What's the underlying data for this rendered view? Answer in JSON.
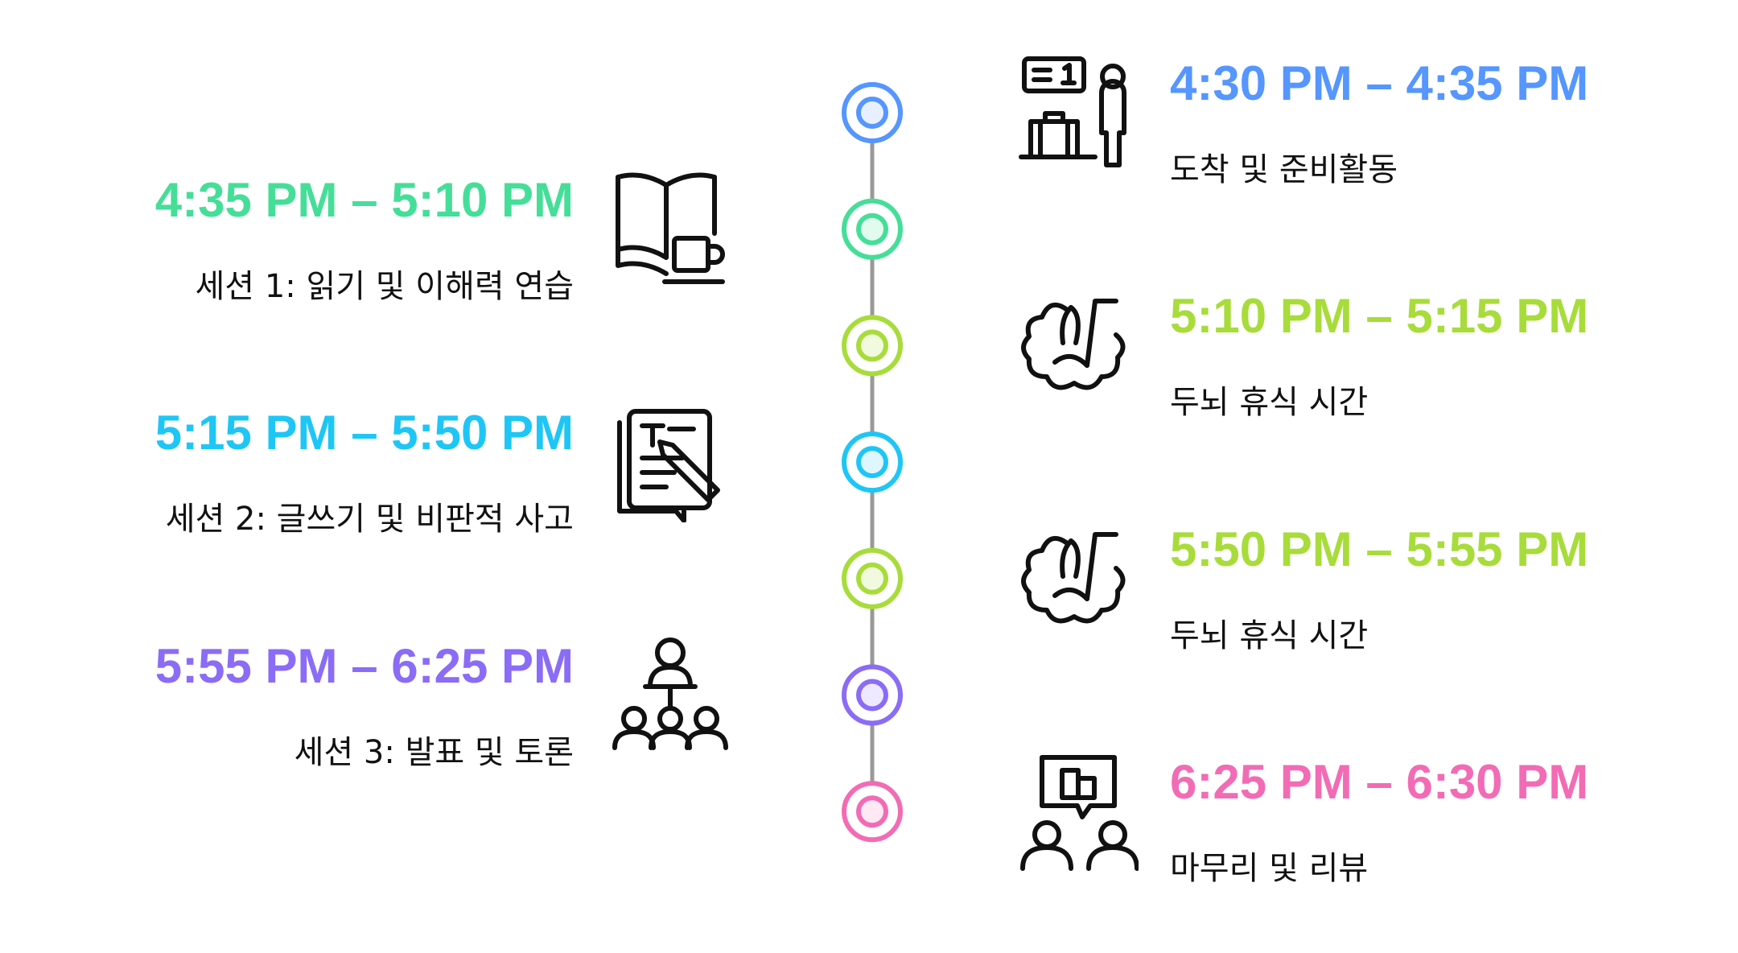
{
  "timeline": [
    {
      "side": "right",
      "time": "4:30 PM – 4:35 PM",
      "label": "도착 및 준비활동",
      "color": "#5596FF",
      "fill": "#E8F0FF",
      "icon": "arrival-luggage-icon"
    },
    {
      "side": "left",
      "time": "4:35 PM – 5:10 PM",
      "label": "세션 1: 읽기 및 이해력 연습",
      "color": "#45DE98",
      "fill": "#E2FBEF",
      "icon": "book-coffee-icon"
    },
    {
      "side": "right",
      "time": "5:10 PM – 5:15 PM",
      "label": "두뇌 휴식 시간",
      "color": "#A8DC3A",
      "fill": "#F1FADF",
      "icon": "brain-break-icon"
    },
    {
      "side": "left",
      "time": "5:15 PM – 5:50 PM",
      "label": "세션 2: 글쓰기 및 비판적 사고",
      "color": "#1EC6F6",
      "fill": "#E0F6FE",
      "icon": "writing-pencil-icon"
    },
    {
      "side": "right",
      "time": "5:50 PM – 5:55 PM",
      "label": "두뇌 휴식 시간",
      "color": "#A8DC3A",
      "fill": "#F1FADF",
      "icon": "brain-break-icon"
    },
    {
      "side": "left",
      "time": "5:55 PM – 6:25 PM",
      "label": "세션 3: 발표 및 토론",
      "color": "#8A6CF6",
      "fill": "#EEE9FE",
      "icon": "presentation-audience-icon"
    },
    {
      "side": "right",
      "time": "6:25 PM – 6:30 PM",
      "label": "마무리 및 리뷰",
      "color": "#F26BB5",
      "fill": "#FDE8F3",
      "icon": "review-discussion-icon"
    }
  ],
  "line_color": "#999999"
}
